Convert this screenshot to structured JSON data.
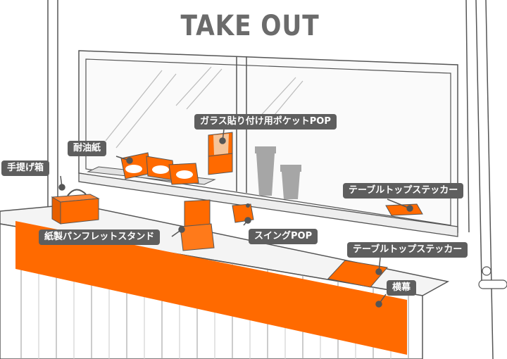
{
  "sign": {
    "text": "TAKE OUT"
  },
  "labels": {
    "pocket_pop": "ガラス貼り付け用ポケットPOP",
    "oil_paper": "耐油紙",
    "hand_box": "手提げ箱",
    "table_sticker_top": "テーブルトップステッカー",
    "pamphlet_stand": "紙製パンフレットスタンド",
    "swing_pop": "スイングPOP",
    "table_sticker_counter": "テーブルトップステッカー",
    "banner": "横幕"
  },
  "colors": {
    "accent": "#ff6a00",
    "label_bg": "#5e5e5e",
    "line": "#555555",
    "cup": "#a6a6a6"
  }
}
